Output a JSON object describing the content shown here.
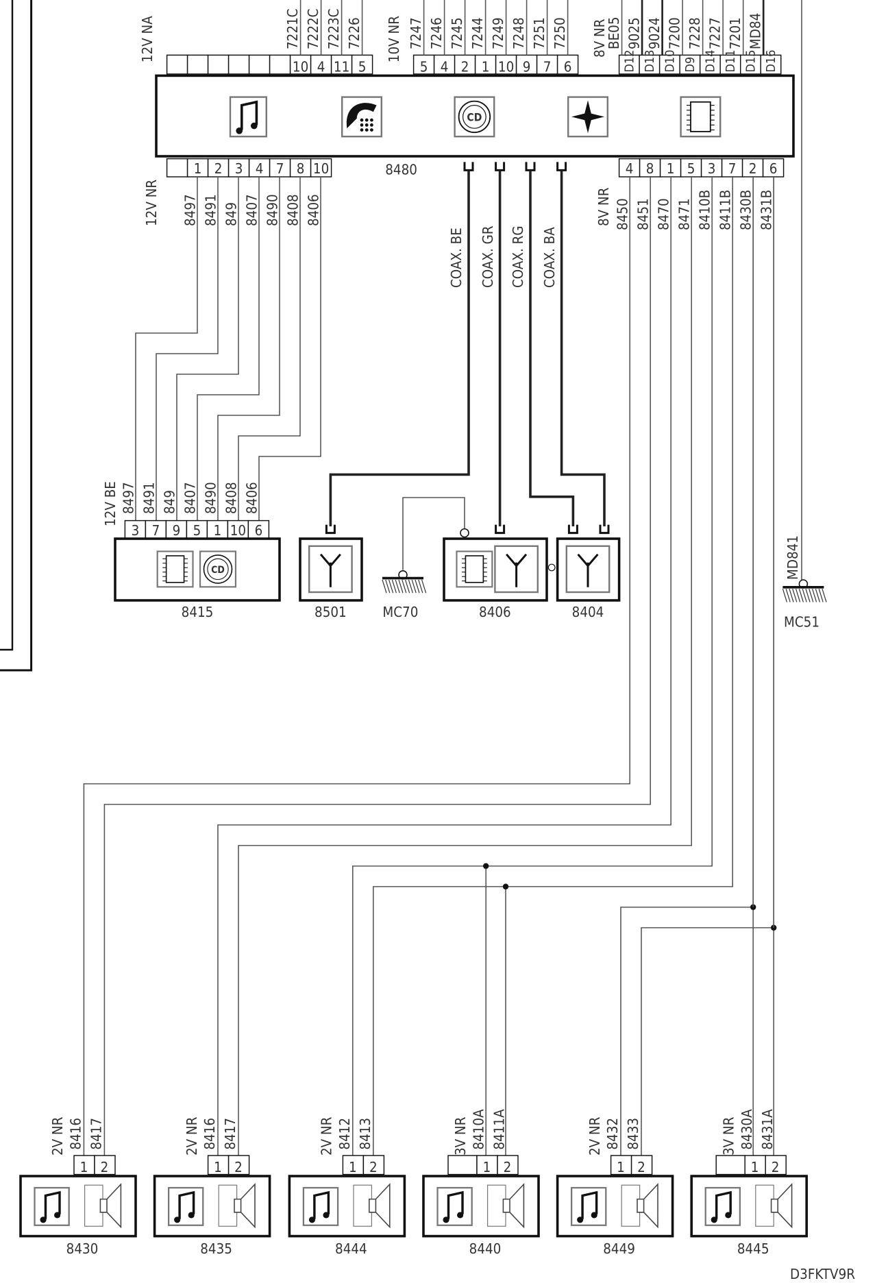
{
  "colors": {
    "line": "#222222",
    "thin": "#555555",
    "box": "#111111"
  },
  "main_unit": {
    "label": "8480",
    "icons": [
      "music-note",
      "telephone",
      "cd",
      "navigation-compass",
      "chip"
    ]
  },
  "top_connectors": [
    {
      "voltage": "12V NA",
      "blank_cells": 6,
      "pins": [
        "10",
        "4",
        "11",
        "5"
      ],
      "wires": [
        "7221C",
        "7222C",
        "7223C",
        "7226"
      ]
    },
    {
      "voltage": "10V NR",
      "blank_cells": 0,
      "pins": [
        "5",
        "4",
        "2",
        "1",
        "10",
        "9",
        "7",
        "6"
      ],
      "wires": [
        "7247",
        "7246",
        "7245",
        "7244",
        "7249",
        "7248",
        "7251",
        "7250"
      ]
    },
    {
      "voltage": "8V NR",
      "blank_cells": 0,
      "pins": [
        "D12",
        "D13",
        "D10",
        "D9",
        "D14",
        "D11",
        "D15",
        "D16"
      ],
      "wires": [
        "BE05",
        "9025",
        "9024",
        "7200",
        "7228",
        "7227",
        "7201",
        "MD84"
      ]
    }
  ],
  "bottom_left_connector": {
    "voltage": "12V NR",
    "pins": [
      "",
      "1",
      "2",
      "3",
      "4",
      "7",
      "8",
      "10"
    ],
    "wires": [
      "8497",
      "8491",
      "849",
      "8407",
      "8490",
      "8408",
      "8406"
    ]
  },
  "coax": [
    {
      "label": "COAX.",
      "color": "BE"
    },
    {
      "label": "COAX.",
      "color": "GR"
    },
    {
      "label": "COAX.",
      "color": "RG"
    },
    {
      "label": "COAX.",
      "color": "BA"
    }
  ],
  "bottom_right_connector": {
    "voltage": "8V NR",
    "pins": [
      "4",
      "8",
      "1",
      "5",
      "3",
      "7",
      "2",
      "6"
    ],
    "wires": [
      "8450",
      "8451",
      "8470",
      "8471",
      "8410B",
      "8411B",
      "8430B",
      "8431B"
    ]
  },
  "unit_8415": {
    "label": "8415",
    "voltage": "12V BE",
    "pins": [
      "3",
      "7",
      "9",
      "5",
      "1",
      "10",
      "6"
    ],
    "wires": [
      "8497",
      "8491",
      "849",
      "8407",
      "8490",
      "8408",
      "8406"
    ]
  },
  "antennas": [
    {
      "label": "8501"
    },
    {
      "label": "8406"
    },
    {
      "label": "8404"
    }
  ],
  "grounds": [
    {
      "label": "MC70"
    },
    {
      "label": "MC51",
      "wire": "MD841"
    }
  ],
  "speakers": [
    {
      "label": "8430",
      "voltage": "2V NR",
      "pins": [
        "1",
        "2"
      ],
      "wires": [
        "8416",
        "8417"
      ],
      "extra_cell": false
    },
    {
      "label": "8435",
      "voltage": "2V NR",
      "pins": [
        "1",
        "2"
      ],
      "wires": [
        "8416",
        "8417"
      ],
      "extra_cell": false
    },
    {
      "label": "8444",
      "voltage": "2V NR",
      "pins": [
        "1",
        "2"
      ],
      "wires": [
        "8412",
        "8413"
      ],
      "extra_cell": false
    },
    {
      "label": "8440",
      "voltage": "3V NR",
      "pins": [
        "1",
        "2"
      ],
      "wires": [
        "8410A",
        "8411A"
      ],
      "extra_cell": true
    },
    {
      "label": "8449",
      "voltage": "2V NR",
      "pins": [
        "1",
        "2"
      ],
      "wires": [
        "8432",
        "8433"
      ],
      "extra_cell": false
    },
    {
      "label": "8445",
      "voltage": "3V NR",
      "pins": [
        "1",
        "2"
      ],
      "wires": [
        "8430A",
        "8431A"
      ],
      "extra_cell": true
    }
  ],
  "diagram_code": "D3FKTV9R"
}
